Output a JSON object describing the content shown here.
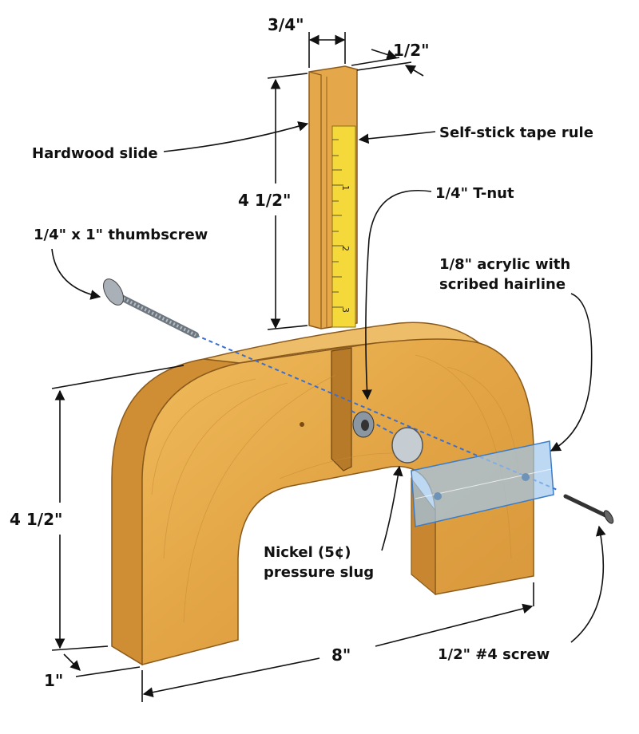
{
  "labels": {
    "hardwood_slide": "Hardwood slide",
    "tape_rule": "Self-stick tape rule",
    "tnut": "1/4\" T-nut",
    "thumbscrew": "1/4\" x 1\" thumbscrew",
    "acrylic_line1": "1/8\" acrylic with",
    "acrylic_line2": "scribed hairline",
    "nickel_line1": "Nickel (5¢)",
    "nickel_line2": "pressure slug",
    "screw": "1/2\" #4 screw"
  },
  "dimensions": {
    "slide_width": "3/4\"",
    "slide_depth": "1/2\"",
    "slide_height": "4 1/2\"",
    "body_height": "4 1/2\"",
    "body_length": "8\"",
    "body_thickness": "1\""
  },
  "tape_ticks": [
    "1",
    "2",
    "3"
  ],
  "colors": {
    "wood": "#e3a94a",
    "wood_dark": "#c98a2e",
    "tape": "#f5d93a",
    "acrylic": "#9fc8ee",
    "hole_line": "#3a6fd0"
  }
}
